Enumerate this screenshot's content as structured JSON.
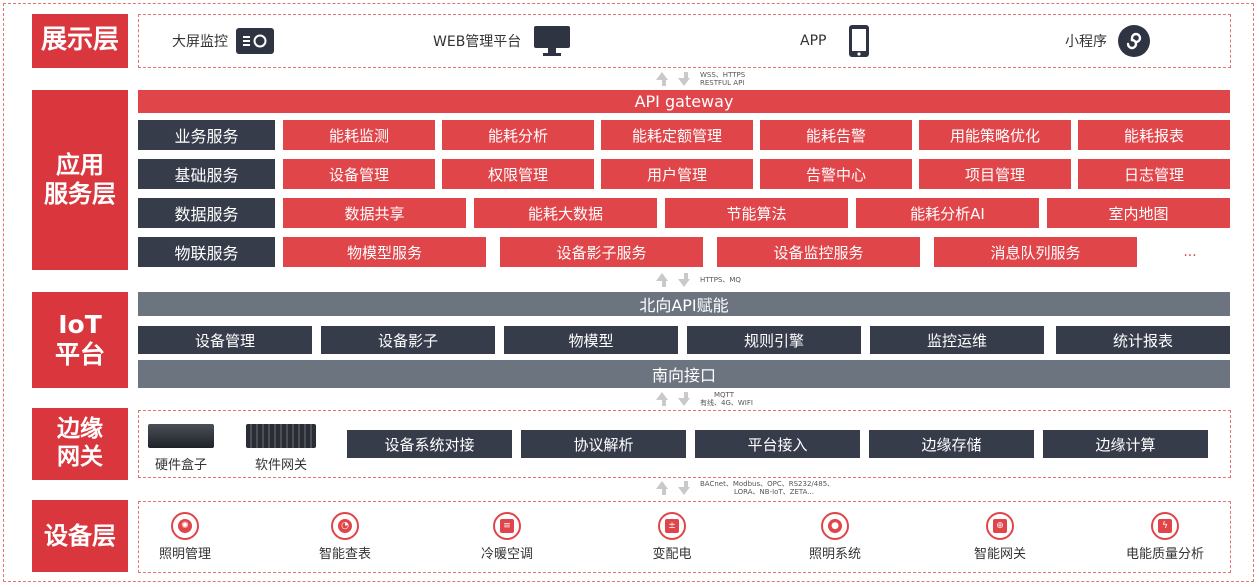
{
  "layers": {
    "presentation": "展示层",
    "application": "应用\n服务层",
    "iot": "IoT\n平台",
    "edge": "边缘\n网关",
    "device": "设备层"
  },
  "presentation_items": [
    {
      "label": "大屏监控",
      "icon": "dashboard-icon"
    },
    {
      "label": "WEB管理平台",
      "icon": "monitor-icon"
    },
    {
      "label": "APP",
      "icon": "phone-icon"
    },
    {
      "label": "小程序",
      "icon": "mini-program-icon"
    }
  ],
  "protocols": {
    "top": [
      "WSS、HTTPS",
      "RESTFUL API"
    ],
    "mid": [
      "HTTPS、MQ"
    ],
    "edge": [
      "MQTT",
      "有线、4G、WIFI"
    ],
    "bottom": [
      "BACnet、Modbus、OPC、RS232/485、",
      "LORA、NB-IoT、ZETA..."
    ]
  },
  "app": {
    "gateway": "API gateway",
    "rows": [
      {
        "name": "业务服务",
        "items": [
          "能耗监测",
          "能耗分析",
          "能耗定额管理",
          "能耗告警",
          "用能策略优化",
          "能耗报表"
        ]
      },
      {
        "name": "基础服务",
        "items": [
          "设备管理",
          "权限管理",
          "用户管理",
          "告警中心",
          "项目管理",
          "日志管理"
        ]
      },
      {
        "name": "数据服务",
        "items": [
          "数据共享",
          "能耗大数据",
          "节能算法",
          "能耗分析AI",
          "室内地图"
        ]
      },
      {
        "name": "物联服务",
        "items": [
          "物模型服务",
          "设备影子服务",
          "设备监控服务",
          "消息队列服务"
        ],
        "ellipsis": "..."
      }
    ]
  },
  "iot": {
    "north": "北向API赋能",
    "modules": [
      "设备管理",
      "设备影子",
      "物模型",
      "规则引擎",
      "监控运维",
      "统计报表"
    ],
    "south": "南向接口"
  },
  "edge": {
    "hardware": [
      {
        "label": "硬件盒子",
        "icon": "hardware-box-icon"
      },
      {
        "label": "软件网关",
        "icon": "software-gateway-icon"
      }
    ],
    "modules": [
      "设备系统对接",
      "协议解析",
      "平台接入",
      "边缘存储",
      "边缘计算"
    ]
  },
  "devices": [
    {
      "label": "照明管理",
      "icon": "lightbulb-icon"
    },
    {
      "label": "智能查表",
      "icon": "meter-icon"
    },
    {
      "label": "冷暖空调",
      "icon": "air-conditioner-icon"
    },
    {
      "label": "变配电",
      "icon": "battery-icon"
    },
    {
      "label": "照明系统",
      "icon": "bulb-icon"
    },
    {
      "label": "智能网关",
      "icon": "gateway-icon"
    },
    {
      "label": "电能质量分析",
      "icon": "power-quality-icon"
    }
  ]
}
